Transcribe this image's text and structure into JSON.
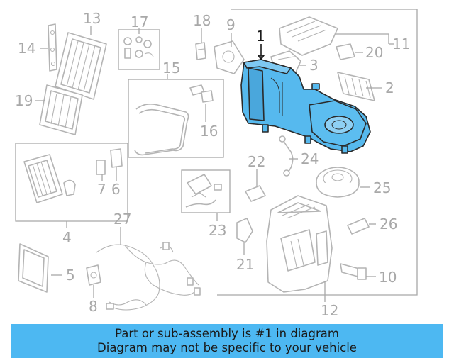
{
  "colors": {
    "highlight_fill": "#56b9ee",
    "line_gray": "#a8a8a8",
    "banner_bg": "#4db8f2",
    "text_dark": "#1a1a1a"
  },
  "highlighted_part": "1",
  "callouts": {
    "c1": "1",
    "c2": "2",
    "c3": "3",
    "c4": "4",
    "c5": "5",
    "c6": "6",
    "c7": "7",
    "c8": "8",
    "c9": "9",
    "c10": "10",
    "c11": "11",
    "c12": "12",
    "c13": "13",
    "c14": "14",
    "c15": "15",
    "c16": "16",
    "c17": "17",
    "c18": "18",
    "c19": "19",
    "c20": "20",
    "c21": "21",
    "c22": "22",
    "c23": "23",
    "c24": "24",
    "c25": "25",
    "c26": "26",
    "c27": "27"
  },
  "banner": {
    "line1": "Part or sub-assembly is #1 in diagram",
    "line2": "Diagram may not be specific to your vehicle"
  }
}
